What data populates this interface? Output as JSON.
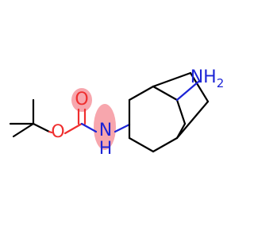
{
  "diagram": {
    "atoms": {
      "O1": {
        "symbol": "O",
        "color": "#ef2e2e",
        "highlight": "#f7a6ad"
      },
      "O2": {
        "symbol": "O",
        "color": "#ef2e2e"
      },
      "N1": {
        "symbol": "N",
        "color": "#1c24d6",
        "highlight": "#f7a6ad"
      },
      "H1": {
        "symbol": "H",
        "color": "#1c24d6"
      },
      "N2": {
        "symbol": "NH",
        "subscript": "2",
        "color": "#1c24d6"
      }
    },
    "colors": {
      "bond": "#000000",
      "oxygen": "#ef2e2e",
      "nitrogen": "#1c24d6",
      "highlight": "#f7a6ad"
    }
  }
}
